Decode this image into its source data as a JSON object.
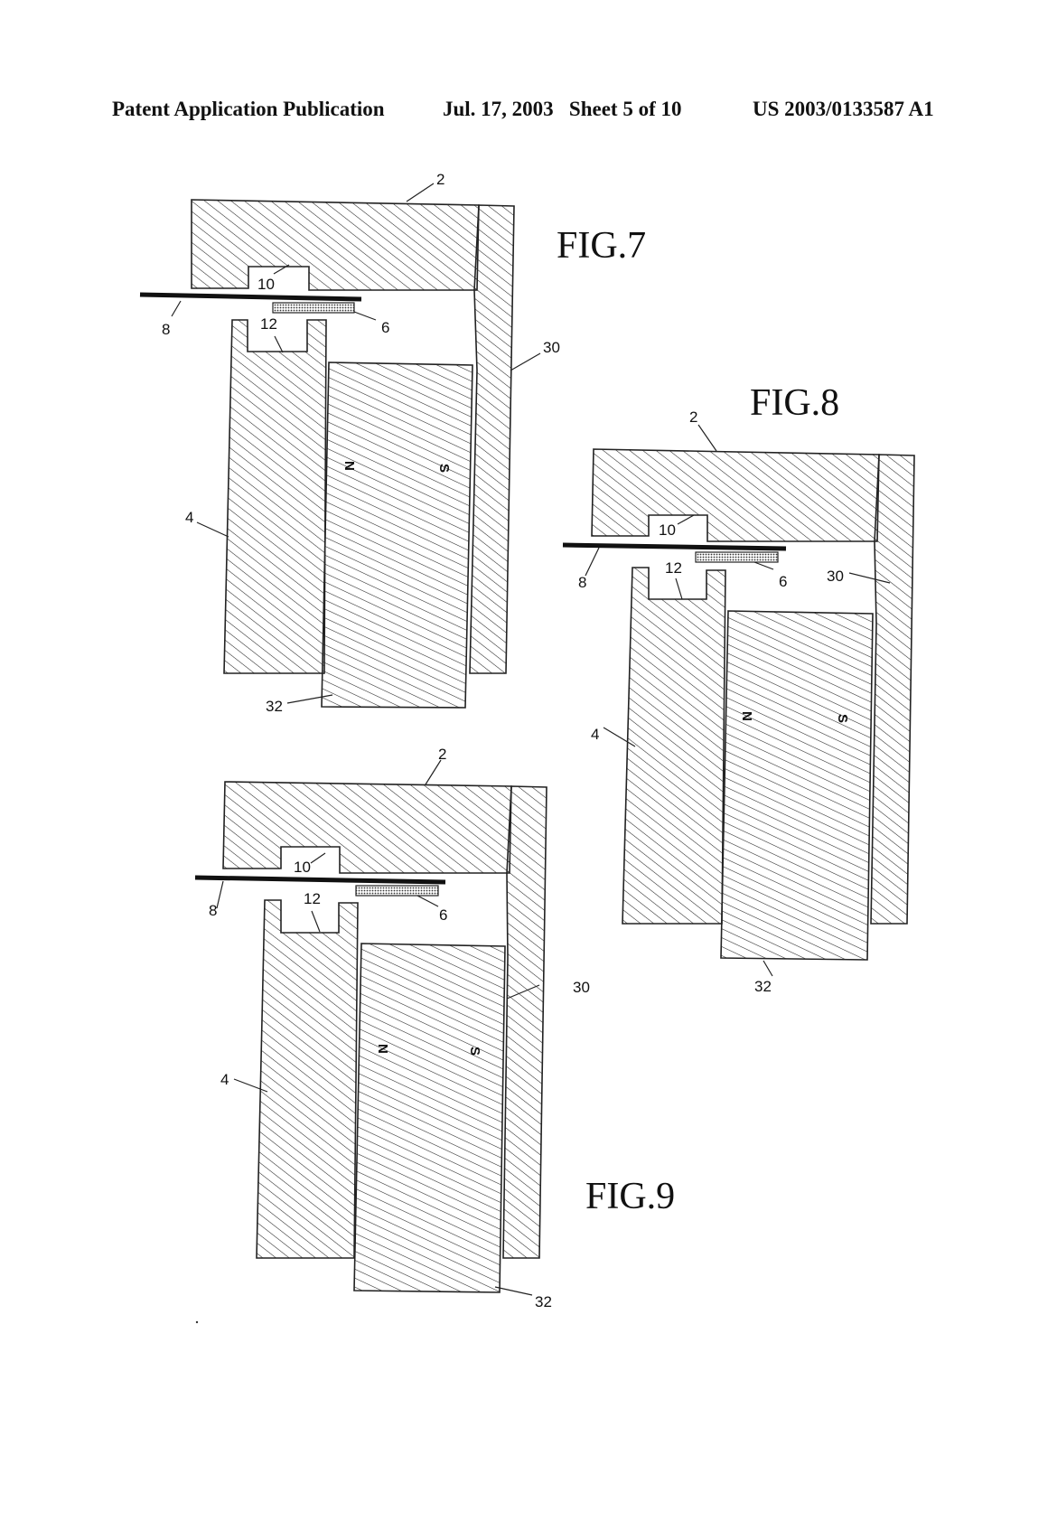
{
  "header": {
    "left": "Patent Application Publication",
    "middle": "Jul. 17, 2003   Sheet 5 of 10",
    "right": "US 2003/0133587 A1"
  },
  "figures": [
    {
      "label": "FIG.7",
      "refs": {
        "r2": "2",
        "r10": "10",
        "r8": "8",
        "r12": "12",
        "r6": "6",
        "r30": "30",
        "r4": "4",
        "r32": "32"
      },
      "poles": {
        "n": "N",
        "s": "S"
      }
    },
    {
      "label": "FIG.8",
      "refs": {
        "r2": "2",
        "r10": "10",
        "r8": "8",
        "r12": "12",
        "r6": "6",
        "r30": "30",
        "r4": "4",
        "r32": "32"
      },
      "poles": {
        "n": "N",
        "s": "S"
      }
    },
    {
      "label": "FIG.9",
      "refs": {
        "r2": "2",
        "r10": "10",
        "r8": "8",
        "r12": "12",
        "r6": "6",
        "r30": "30",
        "r4": "4",
        "r32": "32"
      },
      "poles": {
        "n": "N",
        "s": "S"
      }
    }
  ]
}
